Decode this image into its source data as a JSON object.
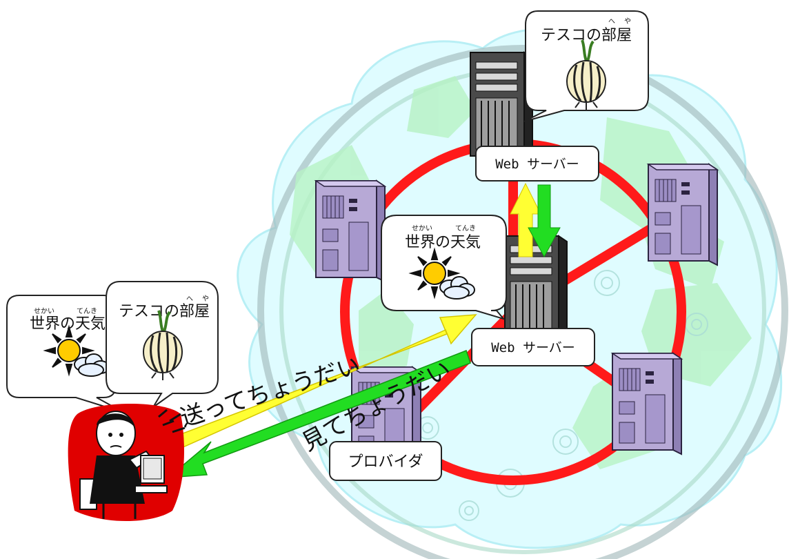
{
  "bubbles": {
    "tesco_top": {
      "title": "テスコの部屋",
      "ruby_he": "へ",
      "ruby_ya": "や"
    },
    "weather_center": {
      "title": "世界の天気",
      "ruby_sekai": "せかい",
      "ruby_tenki": "てんき"
    },
    "weather_left": {
      "title": "世界の天気",
      "ruby_sekai": "せかい",
      "ruby_tenki": "てんき"
    },
    "tesco_left": {
      "title": "テスコの部屋",
      "ruby_he": "へ",
      "ruby_ya": "や"
    }
  },
  "labels": {
    "web_server_top": "Web サーバー",
    "web_server_center": "Web サーバー",
    "provider": "プロバイダ"
  },
  "arrows": {
    "send_text": "送ってちょうだい",
    "view_text": "見てちょうだい"
  },
  "colors": {
    "ring": "#ff1a1a",
    "request_arrow": "#ffff33",
    "response_arrow": "#22dd22",
    "server_body": "#b7a9d6",
    "cloud_fill": "#dffcff",
    "woman_bg": "#e00000"
  }
}
